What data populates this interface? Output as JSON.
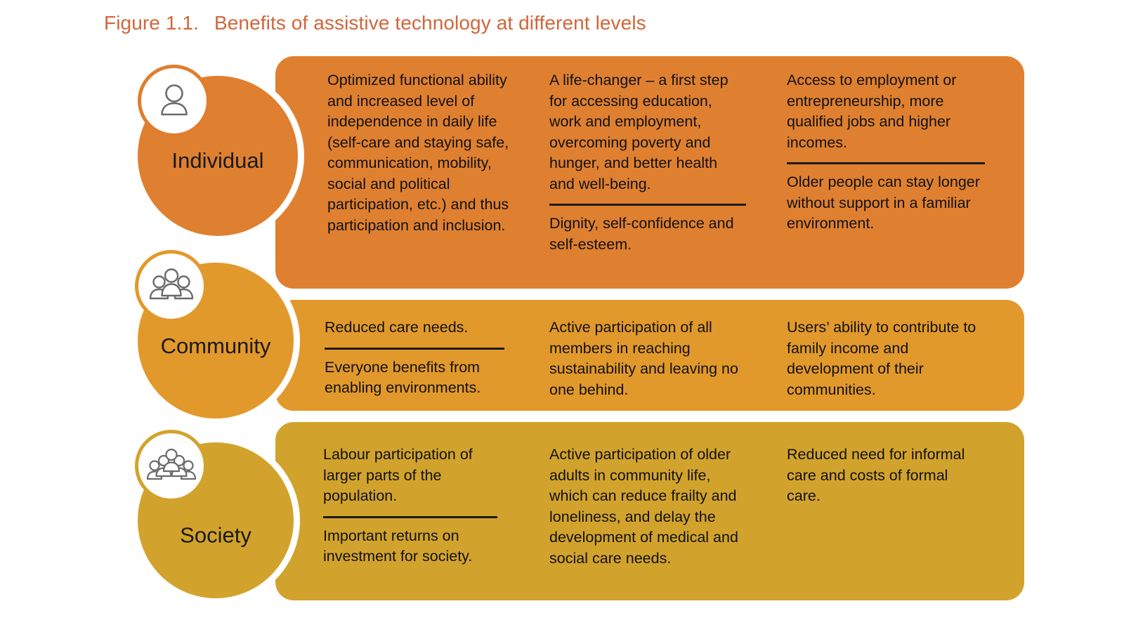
{
  "figure": {
    "number": "Figure 1.1.",
    "title": "Benefits of assistive technology at different levels",
    "title_color": "#D2653A"
  },
  "colors": {
    "individual": "#DF8030",
    "community": "#E2992B",
    "society": "#D2A32C",
    "text": "#111111",
    "background": "#FFFFFF"
  },
  "levels": [
    {
      "id": "individual",
      "label": "Individual",
      "icon": "single-person-icon",
      "color": "#DF8030",
      "columns": [
        {
          "blocks": [
            "Optimized functional ability and increased level of independence in daily life (self-care and staying safe, communication, mobility, social and political participation, etc.) and thus participation and inclusion."
          ]
        },
        {
          "blocks": [
            "A life-changer – a first step for accessing education, work and employment, overcoming poverty and hunger, and better health and well-being.",
            "Dignity, self-confidence and self-esteem."
          ]
        },
        {
          "blocks": [
            "Access to employment or entrepreneurship, more qualified jobs and higher incomes.",
            "Older people can stay longer without support in a familiar environment."
          ]
        }
      ]
    },
    {
      "id": "community",
      "label": "Community",
      "icon": "three-people-group-icon",
      "color": "#E2992B",
      "columns": [
        {
          "blocks": [
            "Reduced care needs.",
            "Everyone benefits from enabling environments."
          ]
        },
        {
          "blocks": [
            "Active participation of all members in reaching sustainability and leaving no one behind."
          ]
        },
        {
          "blocks": [
            "Users’ ability to contribute to family income and development of their communities."
          ]
        }
      ]
    },
    {
      "id": "society",
      "label": "Society",
      "icon": "crowd-of-people-icon",
      "color": "#D2A32C",
      "columns": [
        {
          "blocks": [
            "Labour participation of larger parts of the population.",
            "Important returns on investment for society."
          ]
        },
        {
          "blocks": [
            "Active participation of older adults in community life, which can reduce frailty and loneliness, and delay the development of medical and social care needs."
          ]
        },
        {
          "blocks": [
            "Reduced need for informal care and costs of formal care."
          ]
        }
      ]
    }
  ]
}
